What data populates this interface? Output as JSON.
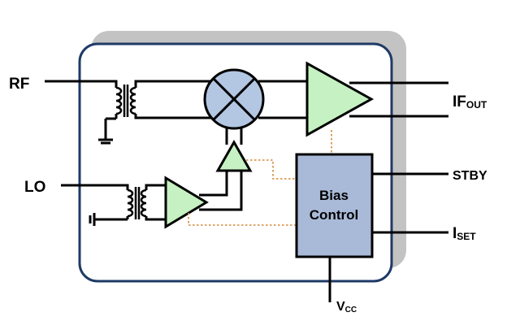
{
  "colors": {
    "chip_border": "#1f3a66",
    "chip_shadow": "#c3c3c3",
    "amplifier_fill": "#c6f1c2",
    "bias_fill": "#a9bad8",
    "mixer_fill": "#b3c6e2",
    "dotted_line": "#d48a3a",
    "wire": "#000000"
  },
  "pins": {
    "rf": "RF",
    "lo": "LO",
    "if_out_main": "IF",
    "if_out_sub": "OUT",
    "stby": "STBY",
    "iset_main": "I",
    "iset_sub": "SET",
    "vcc_main": "V",
    "vcc_sub": "CC"
  },
  "blocks": {
    "bias_line1": "Bias",
    "bias_line2": "Control"
  }
}
